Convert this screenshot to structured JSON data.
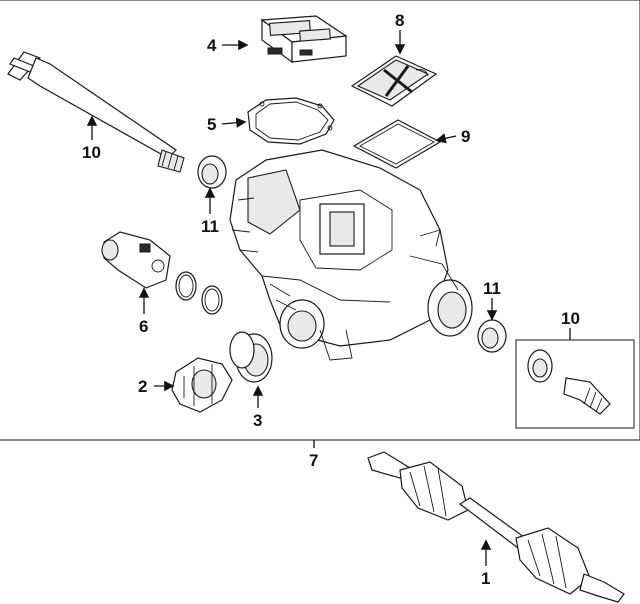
{
  "callouts": {
    "c1": "1",
    "c2": "2",
    "c3": "3",
    "c4": "4",
    "c5": "5",
    "c6": "6",
    "c7": "7",
    "c8": "8",
    "c9": "9",
    "c10a": "10",
    "c10b": "10",
    "c11a": "11",
    "c11b": "11"
  },
  "colors": {
    "line": "#1a1a1a",
    "background": "#ffffff"
  }
}
